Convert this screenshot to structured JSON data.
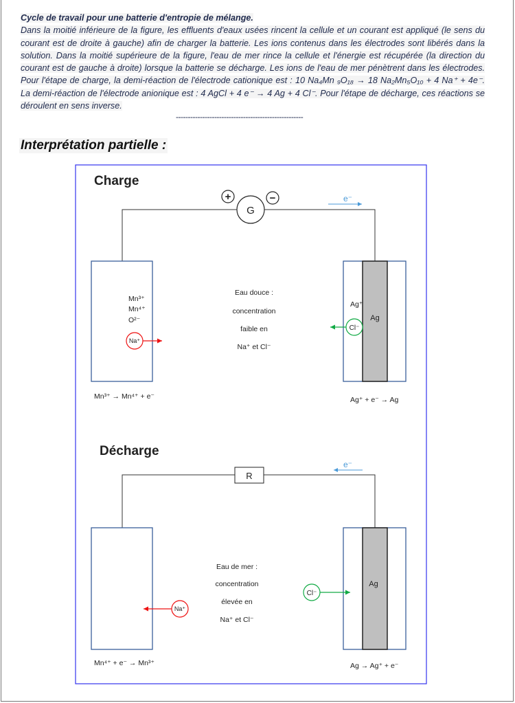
{
  "intro": {
    "title": "Cycle de travail pour une batterie d'entropie de mélange.",
    "body": "Dans la moitié inférieure de la figure, les effluents d'eaux usées rincent la cellule et un courant est appliqué (le sens du courant est de droite à gauche) afin de charger la batterie. Les ions contenus dans les électrodes sont libérés dans la solution. Dans la moitié supérieure de la figure, l'eau de mer rince la cellule et l'énergie est récupérée (la direction du courant est de gauche à droite) lorsque la batterie se décharge. Les ions de l'eau de mer pénètrent dans les électrodes. Pour l'étape de charge, la demi-réaction de l'électrode cationique est : 10 Na₄Mn ₉O₁₈ → 18 Na₂Mn₅O₁₀ + 4 Na⁺ + 4e⁻. La demi-réaction de l'électrode anionique est : 4 AgCl + 4 e⁻ → 4 Ag + 4 Cl⁻. Pour l'étape de décharge, ces réactions se déroulent en sens inverse.",
    "separator": "-----------------------------------------------------"
  },
  "heading": "Interprétation partielle :",
  "colors": {
    "frame": "#3333ee",
    "electrode": "#3a5f9a",
    "silver": "#bfbfbf",
    "na": "#ee1111",
    "cl": "#11aa44",
    "electron": "#4a9ad8"
  },
  "charge": {
    "title": "Charge",
    "generator": "G",
    "plus": "+",
    "minus": "−",
    "electron": "e⁻",
    "left_species": [
      "Mn³⁺",
      "Mn⁴⁺",
      "O²⁻"
    ],
    "na_ion": "Na⁺",
    "solution": [
      "Eau douce :",
      "concentration",
      "faible en",
      "Na⁺ et Cl⁻"
    ],
    "ag_ion": "Ag⁺",
    "cl_ion": "Cl⁻",
    "ag_label": "Ag",
    "left_reaction": "Mn³⁺ → Mn⁴⁺ + e⁻",
    "right_reaction": "Ag⁺ + e⁻ → Ag"
  },
  "discharge": {
    "title": "Décharge",
    "resistor": "R",
    "electron": "e⁻",
    "na_ion": "Na⁺",
    "solution": [
      "Eau de mer :",
      "concentration",
      "élevée en",
      "Na⁺ et Cl⁻"
    ],
    "cl_ion": "Cl⁻",
    "ag_label": "Ag",
    "left_reaction": "Mn⁴⁺ + e⁻ → Mn³⁺",
    "right_reaction": "Ag → Ag⁺ + e⁻"
  }
}
